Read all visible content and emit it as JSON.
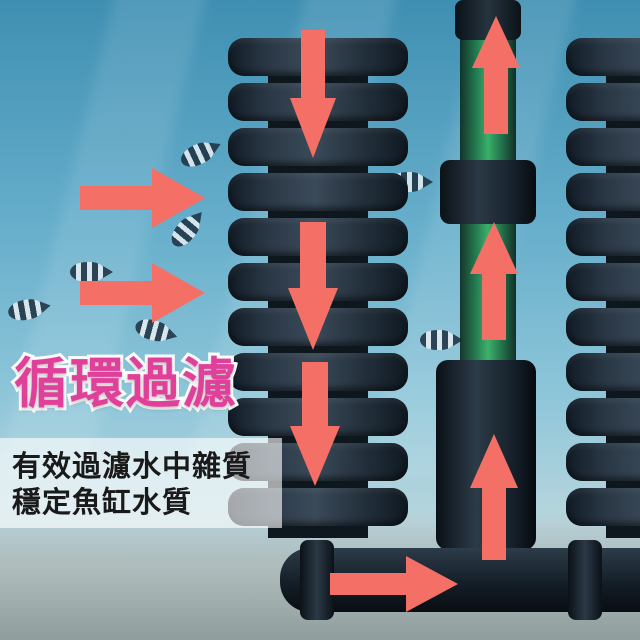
{
  "headline": "循環過濾",
  "caption": {
    "line1": "有效過濾水中雜質",
    "line2": "穩定魚缸水質"
  },
  "colors": {
    "headline_fill": "#e0409a",
    "headline_stroke": "#ffffff",
    "arrow": "#f46f66",
    "water": "#66aecb",
    "sponge": "#23303c",
    "tube": "#36b060"
  },
  "icons": {
    "flow_arrows": "arrow-icon"
  }
}
